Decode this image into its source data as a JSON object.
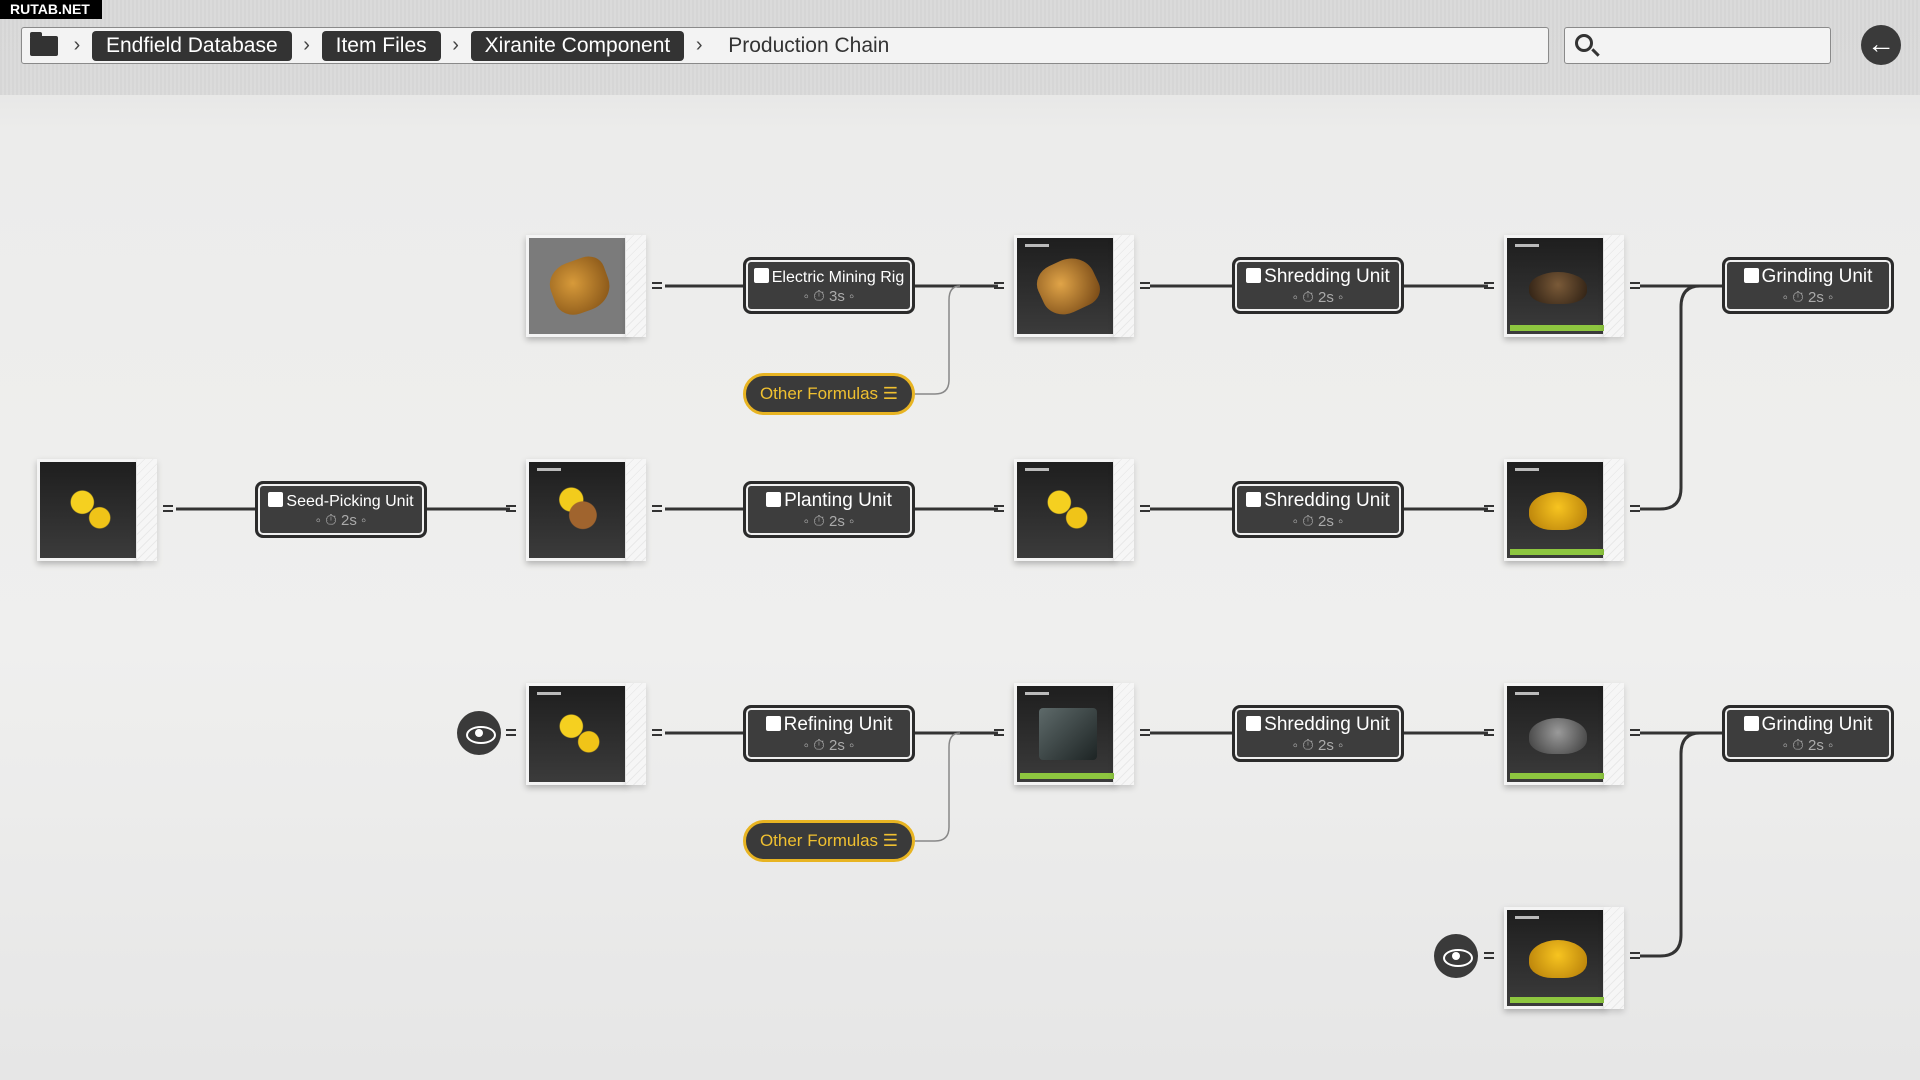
{
  "watermark": "RUTAB.NET",
  "breadcrumb": {
    "items": [
      "Endfield Database",
      "Item Files",
      "Xiranite Component"
    ],
    "current": "Production Chain"
  },
  "search": {
    "placeholder": ""
  },
  "machines": [
    {
      "name": "Electric Mining Rig",
      "time": "3s"
    },
    {
      "name": "Shredding Unit",
      "time": "2s"
    },
    {
      "name": "Grinding Unit",
      "time": "2s"
    },
    {
      "name": "Seed-Picking Unit",
      "time": "2s"
    },
    {
      "name": "Planting Unit",
      "time": "2s"
    },
    {
      "name": "Shredding Unit",
      "time": "2s"
    },
    {
      "name": "Refining Unit",
      "time": "2s"
    },
    {
      "name": "Shredding Unit",
      "time": "2s"
    },
    {
      "name": "Grinding Unit",
      "time": "2s"
    }
  ],
  "other_formulas_label": "Other Formulas",
  "colors": {
    "accent": "#e8b422",
    "node": "#3d3d3d",
    "ready_bar": "#8dc63f"
  }
}
